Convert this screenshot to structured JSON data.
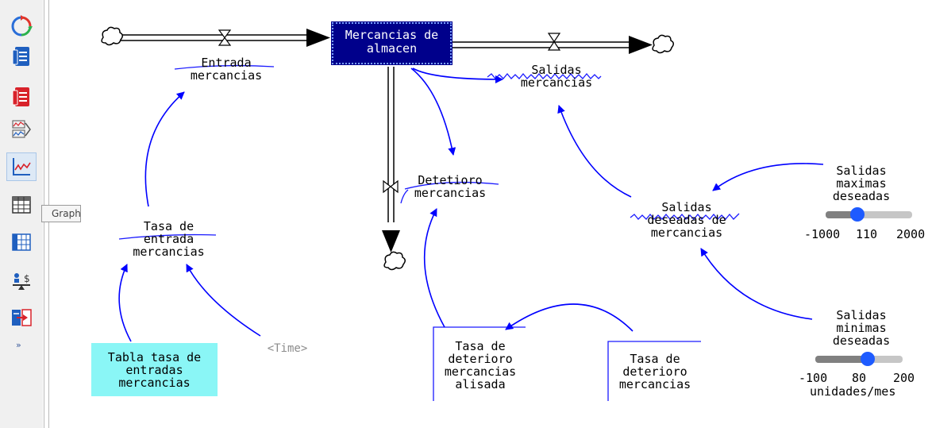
{
  "toolbar": {
    "buttons": [
      {
        "icon": "causes-tree-icon"
      },
      {
        "icon": "document-icon"
      },
      {
        "icon": "table-doc-icon"
      },
      {
        "icon": "causes-strip-icon"
      },
      {
        "icon": "graph-icon"
      },
      {
        "icon": "table-icon"
      },
      {
        "icon": "table-time-down-icon"
      },
      {
        "icon": "balance-icon"
      },
      {
        "icon": "compare-runs-icon"
      }
    ],
    "more_label": "»",
    "tooltip": "Graph"
  },
  "diagram": {
    "stock": "Mercancias de\nalmacen",
    "flows": {
      "entrada": "Entrada\nmercancias",
      "salidas": "Salidas\nmercancias",
      "deterioro": "Detetioro\nmercancias"
    },
    "variables": {
      "tasa_entrada": "Tasa de\nentrada\nmercancias",
      "time": "<Time>",
      "salidas_deseadas": "Salidas\ndeseadas de\nmercancias",
      "tasa_deterioro_alisada": "Tasa de\ndeterioro\nmercancias\nalisada",
      "tasa_deterioro": "Tasa de\ndeterioro\nmercancias"
    },
    "lookup": "Tabla tasa de\nentradas\nmercancias",
    "sliders": {
      "maximas": {
        "label": "Salidas\nmaximas\ndeseadas",
        "min": -1000,
        "max": 2000,
        "value": 110,
        "min_label": "-1000",
        "value_label": "110",
        "max_label": "2000",
        "units": ""
      },
      "minimas": {
        "label": "Salidas\nminimas\ndeseadas",
        "min": -100,
        "max": 200,
        "value": 80,
        "min_label": "-100",
        "value_label": "80",
        "max_label": "200",
        "units": "unidades/mes"
      }
    }
  },
  "colors": {
    "stock_fill": "#00008b",
    "arrow": "#0000ff",
    "lookup_fill": "#8af6f6",
    "slider_thumb": "#1e5bff"
  }
}
